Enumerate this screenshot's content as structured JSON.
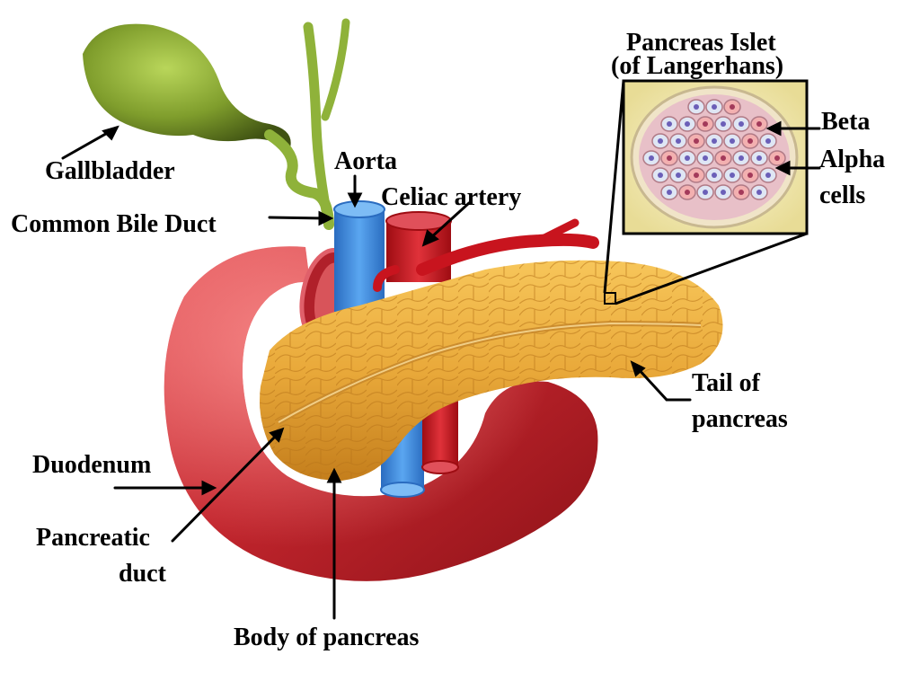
{
  "labels": {
    "gallbladder": "Gallbladder",
    "common_bile_duct": "Common Bile Duct",
    "aorta": "Aorta",
    "celiac_artery": "Celiac artery",
    "islet_line1": "Pancreas Islet",
    "islet_line2": "(of Langerhans)",
    "beta": "Beta",
    "alpha": "Alpha",
    "cells": "cells",
    "tail_line1": "Tail of",
    "tail_line2": "pancreas",
    "duodenum": "Duodenum",
    "pancreatic_line1": "Pancreatic",
    "pancreatic_line2": "duct",
    "body_of_pancreas": "Body of pancreas"
  },
  "colors": {
    "label_text": "#000000",
    "pointer_line": "#000000",
    "duodenum": "#c4262e",
    "pancreas": "#e9a93a",
    "aorta": "#3f8ee0",
    "artery": "#c8141e",
    "bile": "#8fb23a",
    "islet_frame_bg": "#f4eec0"
  }
}
